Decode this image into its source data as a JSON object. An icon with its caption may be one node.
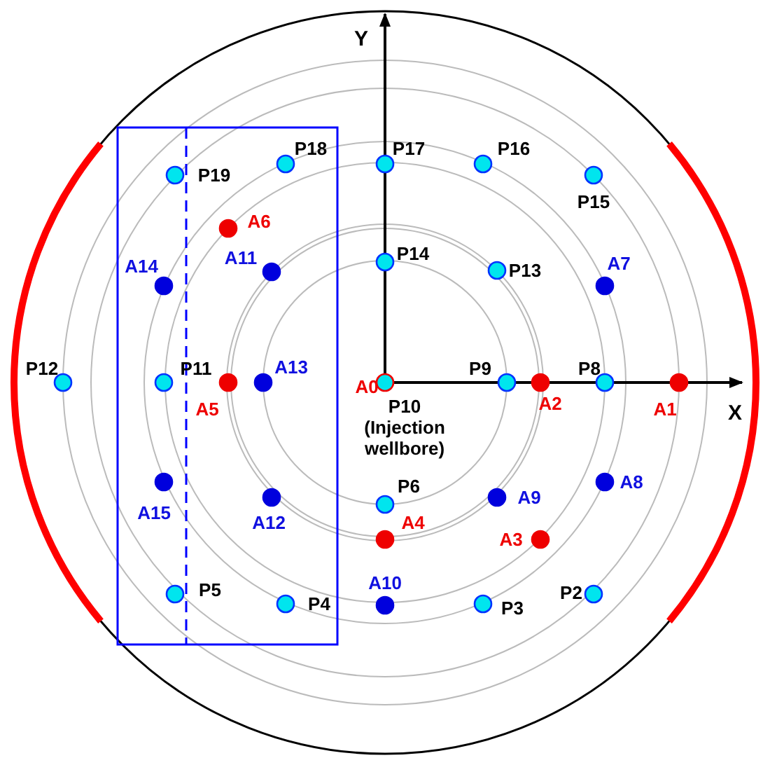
{
  "diagram": {
    "labels": [
      "Y",
      "P18",
      "P17",
      "P16",
      "P19",
      "P15",
      "A6",
      "P14",
      "A14",
      "A11",
      "A7",
      "P13",
      "P12",
      "P11",
      "A13",
      "A0",
      "P9",
      "P8",
      "A5",
      "A2",
      "A1",
      "X",
      "P10 (Injection wellbore)",
      "P6",
      "A9",
      "A8",
      "A15",
      "A12",
      "A4",
      "A3",
      "A10",
      "P5",
      "P2",
      "P4",
      "P3"
    ]
  }
}
